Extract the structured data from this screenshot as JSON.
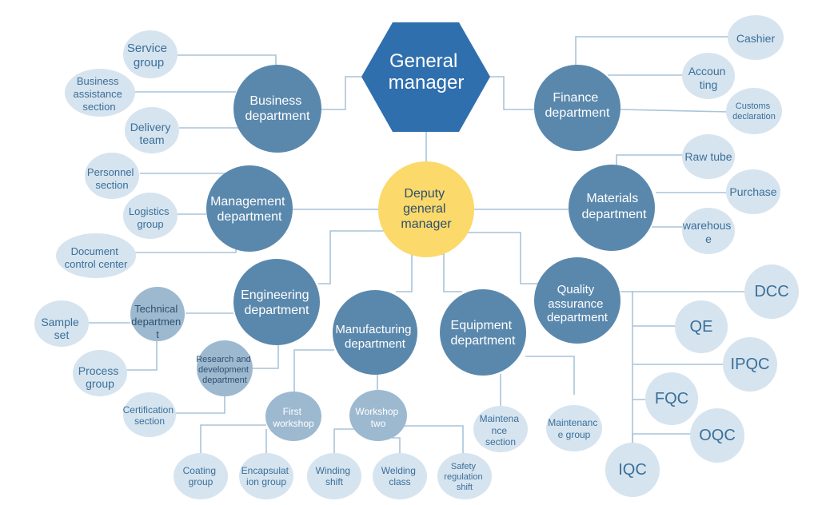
{
  "colors": {
    "hexagon": "#2f6fae",
    "dept": "#5a88ad",
    "mid_node": "#9db9d0",
    "leaf": "#d6e4ef",
    "deputy": "#fbd96a",
    "connector": "#a9c4d8"
  },
  "nodes": {
    "general_manager": [
      "General",
      "manager"
    ],
    "deputy": [
      "Deputy",
      "general",
      "manager"
    ],
    "business_dept": [
      "Business",
      "department"
    ],
    "finance_dept": [
      "Finance",
      "department"
    ],
    "management_dept": [
      "Management",
      "department"
    ],
    "materials_dept": [
      "Materials",
      "department"
    ],
    "engineering_dept": [
      "Engineering",
      "department"
    ],
    "manufacturing_dept": [
      "Manufacturing",
      "department"
    ],
    "equipment_dept": [
      "Equipment",
      "department"
    ],
    "quality_dept": [
      "Quality",
      "assurance",
      "department"
    ],
    "service_group": [
      "Service",
      "group"
    ],
    "business_assistance": [
      "Business",
      "assistance",
      "section"
    ],
    "delivery_team": [
      "Delivery",
      "team"
    ],
    "cashier": [
      "Cashier"
    ],
    "accounting": [
      "Accoun",
      "ting"
    ],
    "customs": [
      "Customs",
      "declaration"
    ],
    "personnel": [
      "Personnel",
      "section"
    ],
    "logistics": [
      "Logistics",
      "group"
    ],
    "document_control": [
      "Document",
      "control center"
    ],
    "raw_tube": [
      "Raw tube"
    ],
    "purchase": [
      "Purchase"
    ],
    "warehouse": [
      "warehous",
      "e"
    ],
    "technical_dept": [
      "Technical",
      "departmen",
      "t"
    ],
    "rd_dept": [
      "Research and",
      "development",
      "department"
    ],
    "sample_set": [
      "Sample",
      "set"
    ],
    "process_group": [
      "Process",
      "group"
    ],
    "certification": [
      "Certification",
      "section"
    ],
    "first_workshop": [
      "First",
      "workshop"
    ],
    "workshop_two": [
      "Workshop",
      "two"
    ],
    "coating": [
      "Coating",
      "group"
    ],
    "encapsulation": [
      "Encapsulat",
      "ion group"
    ],
    "winding": [
      "Winding",
      "shift"
    ],
    "welding": [
      "Welding",
      "class"
    ],
    "safety": [
      "Safety",
      "regulation",
      "shift"
    ],
    "maintenance_section": [
      "Maintena",
      "nce",
      "section"
    ],
    "maintenance_group": [
      "Maintenanc",
      "e group"
    ],
    "dcc": [
      "DCC"
    ],
    "qe": [
      "QE"
    ],
    "ipqc": [
      "IPQC"
    ],
    "fqc": [
      "FQC"
    ],
    "oqc": [
      "OQC"
    ],
    "iqc": [
      "IQC"
    ]
  }
}
